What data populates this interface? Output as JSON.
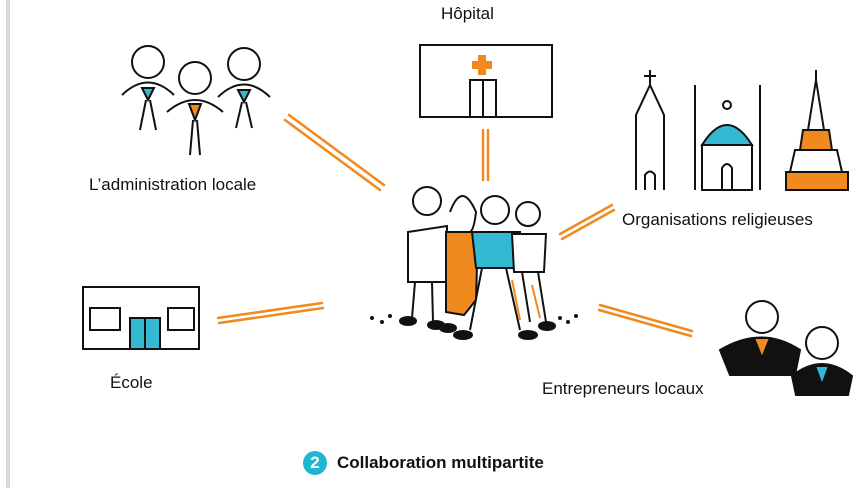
{
  "labels": {
    "hospital": "Hôpital",
    "local_admin": "L’administration locale",
    "religious_orgs": "Organisations religieuses",
    "school": "École",
    "local_entrepreneurs": "Entrepreneurs locaux"
  },
  "caption": {
    "number": "2",
    "text": "Collaboration multipartite"
  },
  "colors": {
    "accent_orange": "#f08a1e",
    "accent_blue": "#35b8d2",
    "ink": "#111111",
    "badge_blue": "#1fb6d4",
    "sidebar_gray": "#d9d9d9"
  },
  "icons": {
    "center": "community-group-icon",
    "hospital": "hospital-building-icon",
    "admin": "officials-group-icon",
    "religious": "places-of-worship-icon",
    "school": "school-building-icon",
    "entrepreneurs": "business-people-icon"
  }
}
